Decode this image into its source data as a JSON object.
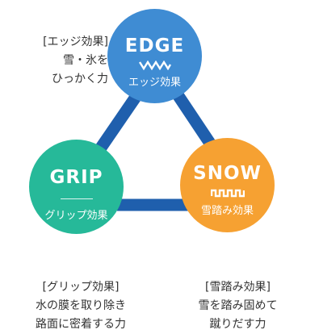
{
  "colors": {
    "connector": "#1f5fad",
    "edge": "#3f8cd3",
    "grip": "#26b999",
    "snow": "#f6a132",
    "text": "#333333"
  },
  "nodes": {
    "edge": {
      "name": "EDGE",
      "sub": "エッジ効果",
      "icon": "zigzag-icon"
    },
    "grip": {
      "name": "GRIP",
      "sub": "グリップ効果"
    },
    "snow": {
      "name": "SNOW",
      "sub": "雪踏み効果",
      "icon": "square-wave-icon"
    }
  },
  "notes": {
    "edge": [
      "[エッジ効果]",
      "雪・氷を",
      "ひっかく力"
    ],
    "grip": [
      "[グリップ効果]",
      "水の膜を取り除き",
      "路面に密着する力"
    ],
    "snow": [
      "[雪踏み効果]",
      "雪を踏み固めて",
      "蹴りだす力"
    ]
  }
}
